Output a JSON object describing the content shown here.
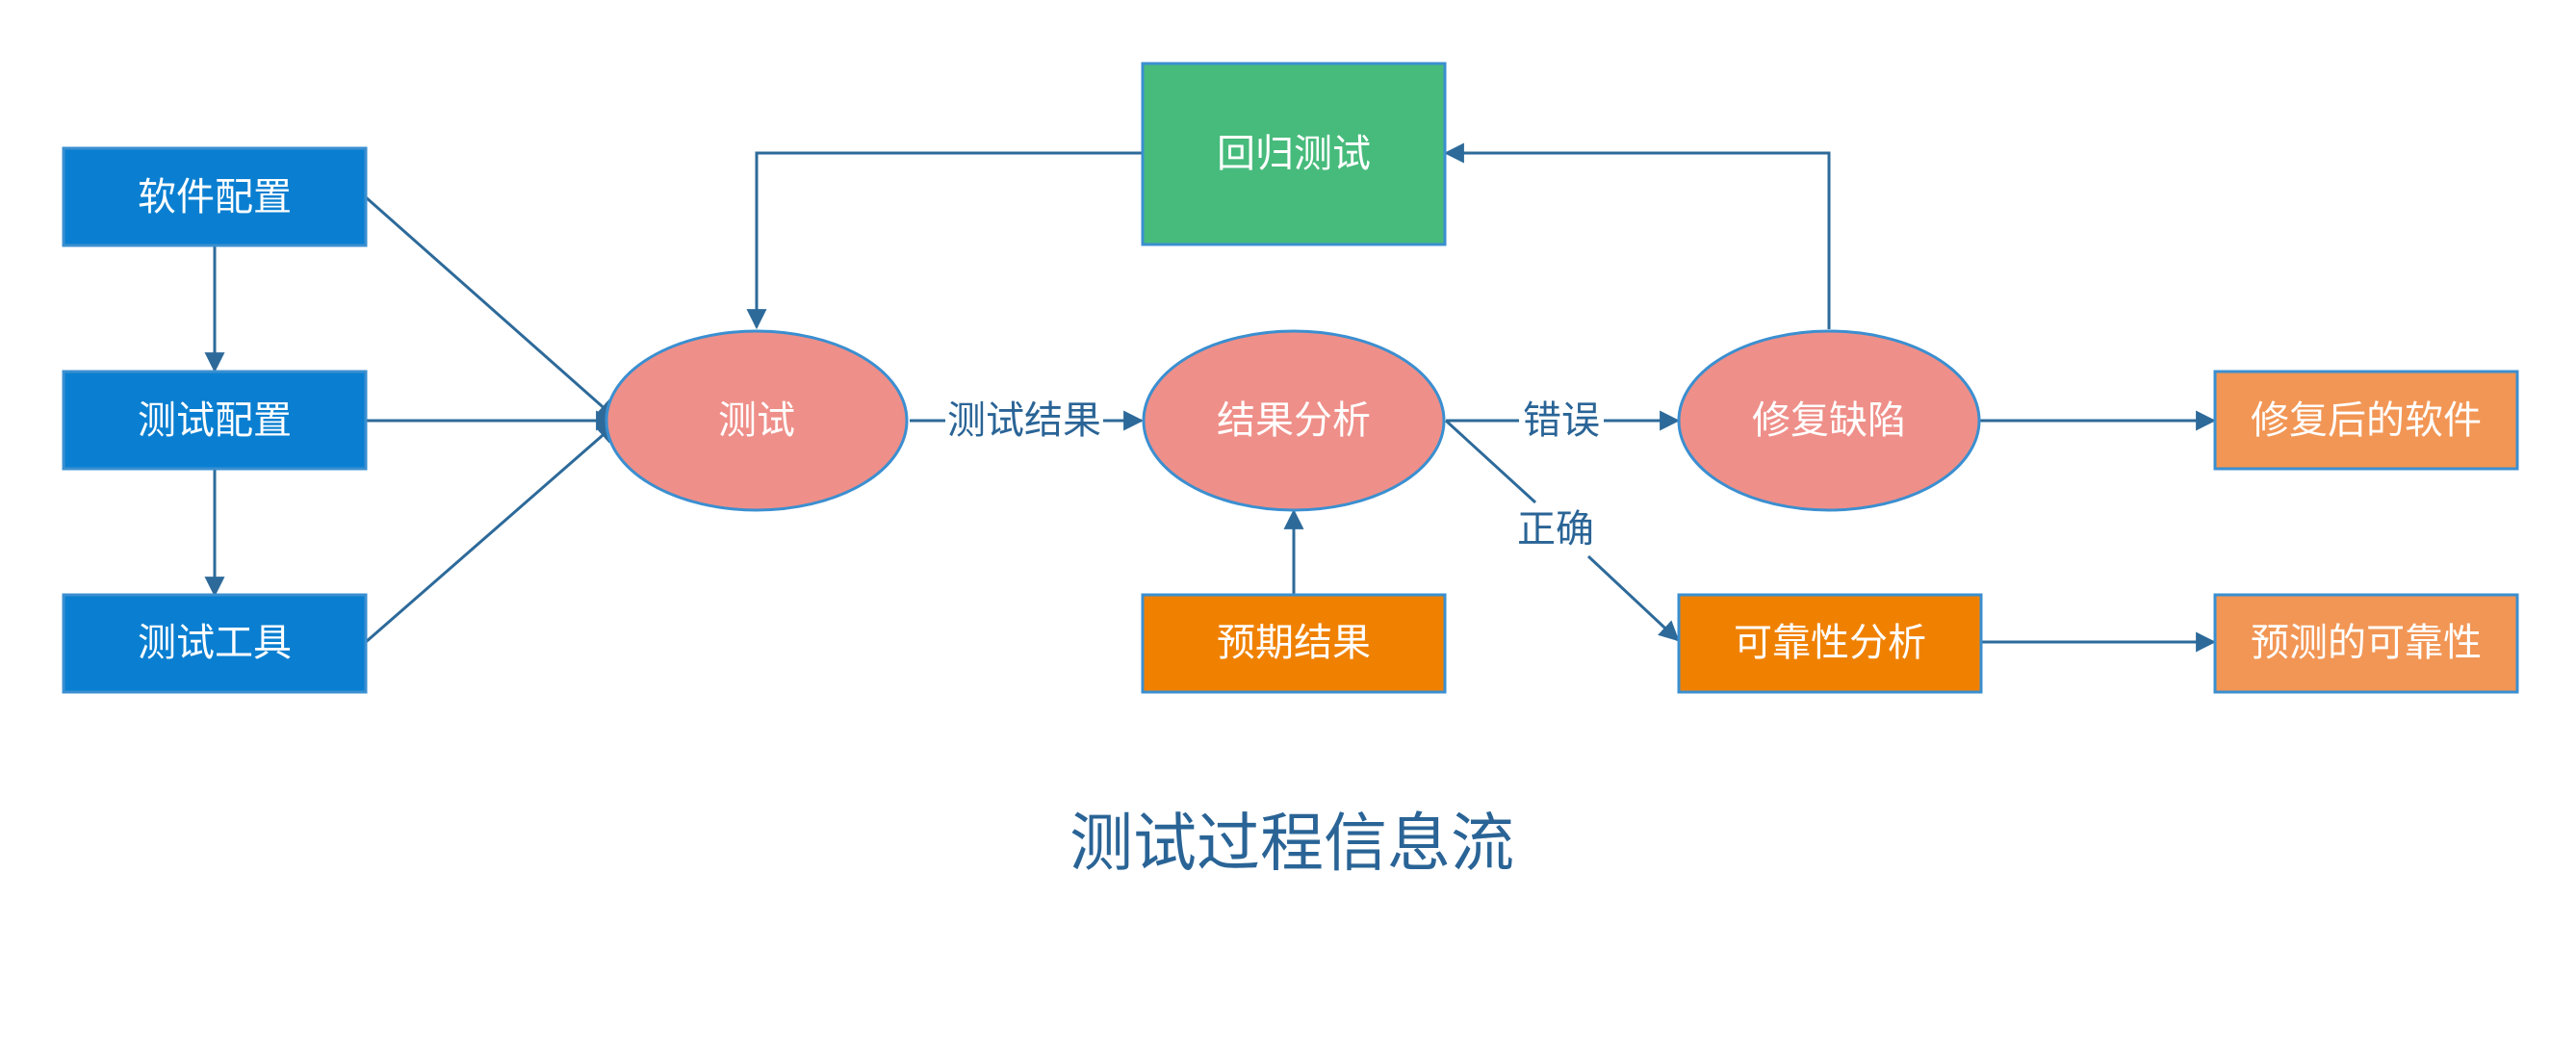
{
  "colors": {
    "blue": "#0a7fd1",
    "green": "#47bb7c",
    "salmon": "#ef8f89",
    "orange": "#f08100",
    "light_orange": "#f29655",
    "border": "#3b8fd0",
    "arrow": "#2d6a9a",
    "label_text": "#2a6496"
  },
  "nodes": {
    "software_config": "软件配置",
    "test_config": "测试配置",
    "test_tools": "测试工具",
    "test": "测试",
    "result_analysis": "结果分析",
    "regression_test": "回归测试",
    "fix_defect": "修复缺陷",
    "expected_result": "预期结果",
    "reliability_analysis": "可靠性分析",
    "fixed_software": "修复后的软件",
    "predicted_reliability": "预测的可靠性"
  },
  "edge_labels": {
    "test_results": "测试结果",
    "error": "错误",
    "correct": "正确"
  },
  "caption": "测试过程信息流"
}
